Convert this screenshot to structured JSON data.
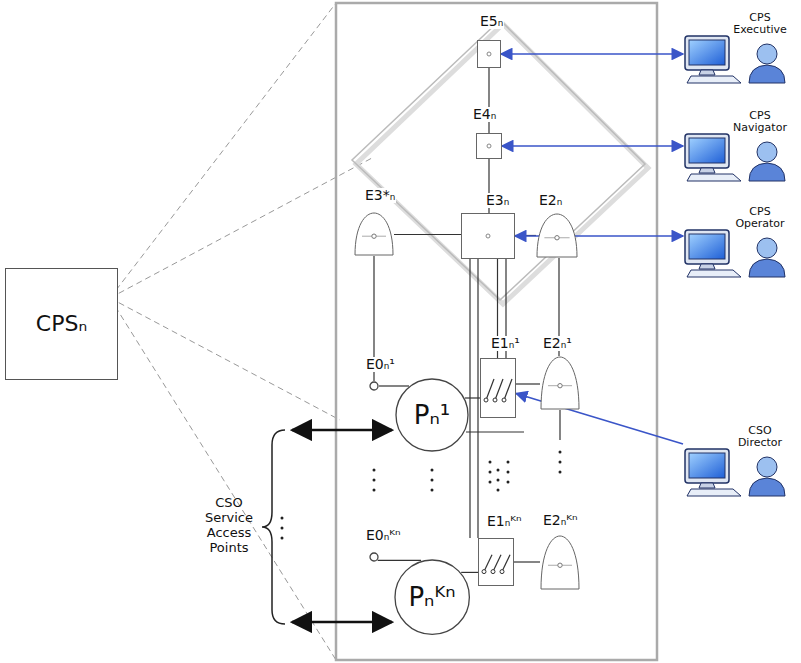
{
  "diagram": {
    "nodes": [
      {
        "text": [
          "CPSₙ"
        ]
      },
      {
        "text": [
          "E5ₙ"
        ]
      },
      {
        "text": [
          "E4ₙ"
        ]
      },
      {
        "text": [
          "E3ₙ"
        ]
      },
      {
        "text": [
          "E3*ₙ"
        ]
      },
      {
        "text": [
          "E2ₙ"
        ]
      },
      {
        "text": [
          "E1ₙ¹"
        ]
      },
      {
        "text": [
          "E2ₙ¹"
        ]
      },
      {
        "text": [
          "E0ₙ¹"
        ]
      },
      {
        "text": [
          "Pₙ¹"
        ]
      },
      {
        "text": [
          "E1ₙᴷⁿ"
        ]
      },
      {
        "text": [
          "E2ₙᴷⁿ"
        ]
      },
      {
        "text": [
          "E0ₙᴷⁿ"
        ]
      },
      {
        "text": [
          "Pₙᴷⁿ"
        ]
      },
      {
        "text": [
          "CPS Executive"
        ]
      },
      {
        "text": [
          "CPS Navigator"
        ]
      },
      {
        "text": [
          "CPS Operator"
        ]
      },
      {
        "text": [
          "CSO Director"
        ]
      }
    ],
    "edges": [
      {
        "from": 1,
        "to": 2,
        "arrow": "none"
      },
      {
        "from": 2,
        "to": 3,
        "arrow": "none"
      },
      {
        "from": 4,
        "to": 3,
        "arrow": "none"
      },
      {
        "from": 3,
        "to": 5,
        "arrow": "none"
      },
      {
        "from": 3,
        "to": 6,
        "arrow": "none"
      },
      {
        "from": 5,
        "to": 7,
        "arrow": "none"
      },
      {
        "from": 4,
        "to": 8,
        "arrow": "none"
      },
      {
        "from": 8,
        "to": 9,
        "arrow": "none"
      },
      {
        "from": 9,
        "to": 6,
        "arrow": "none"
      },
      {
        "from": 6,
        "to": 7,
        "arrow": "none"
      },
      {
        "from": 12,
        "to": 13,
        "arrow": "none"
      },
      {
        "from": 13,
        "to": 10,
        "arrow": "none"
      },
      {
        "from": 10,
        "to": 11,
        "arrow": "none"
      },
      {
        "from": 1,
        "to": 14,
        "arrow": "both"
      },
      {
        "from": 2,
        "to": 15,
        "arrow": "both"
      },
      {
        "from": 3,
        "to": 16,
        "arrow": "both"
      },
      {
        "from": 17,
        "to": 6,
        "arrow": "to"
      }
    ],
    "labels": [
      "CSO Service Access Points"
    ]
  }
}
